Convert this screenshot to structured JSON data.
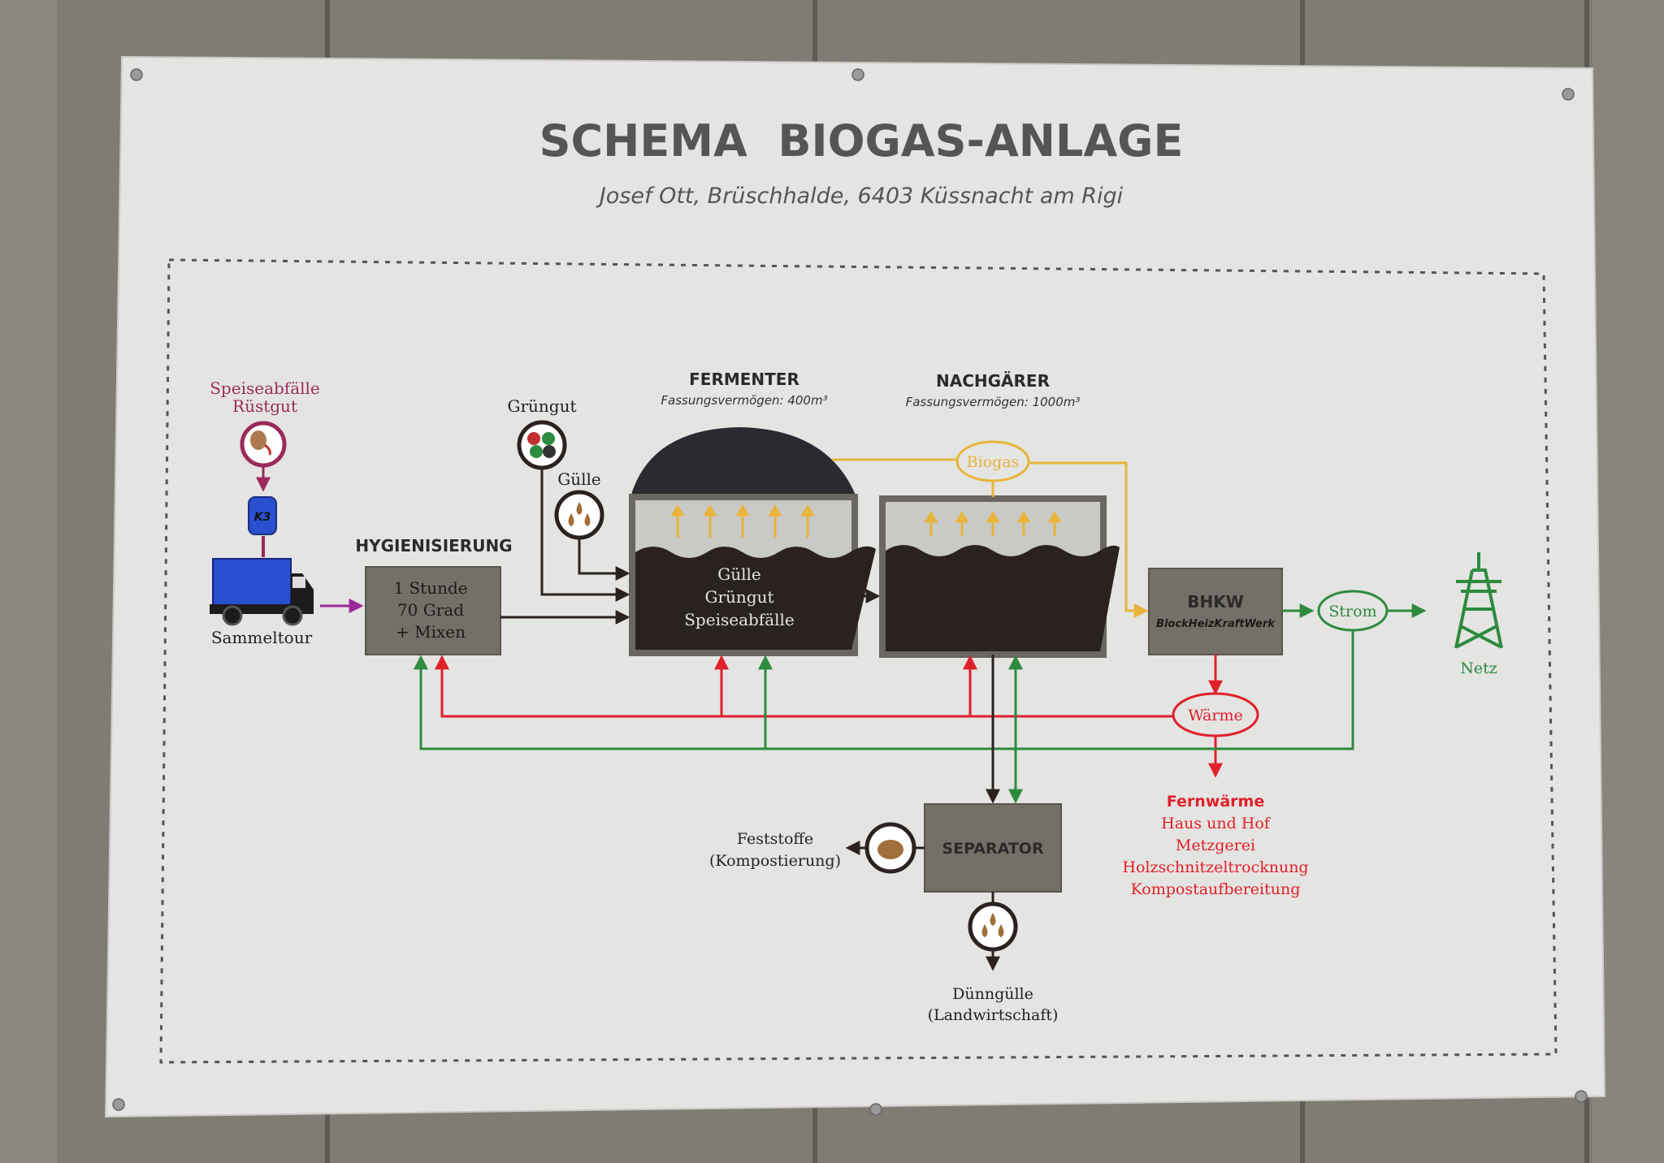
{
  "title": "SCHEMA  BIOGAS-ANLAGE",
  "subtitle": "Josef Ott, Brüschhalde, 6403 Küssnacht am Rigi",
  "colors": {
    "board": "#e4e4e2",
    "box": "#757067",
    "tank": "#2a2220",
    "biogas": "#e8b43a",
    "heat": "#e0202a",
    "power": "#2d8a3e",
    "waste": "#9a2a5a",
    "truck": "#2a4fd0"
  },
  "inputs": {
    "food_waste_line1": "Speiseabfälle",
    "food_waste_line2": "Rüstgut",
    "bin_label": "K3",
    "collection": "Sammeltour",
    "green_waste": "Grüngut",
    "manure": "Gülle"
  },
  "hygiene": {
    "header": "HYGIENISIERUNG",
    "line1": "1 Stunde",
    "line2": "70 Grad",
    "line3": "+ Mixen"
  },
  "fermenter": {
    "header": "FERMENTER",
    "capacity": "Fassungsvermögen: 400m³",
    "line1": "Gülle",
    "line2": "Grüngut",
    "line3": "Speiseabfälle"
  },
  "post_digester": {
    "header": "NACHGÄRER",
    "capacity": "Fassungsvermögen: 1000m³"
  },
  "biogas": "Biogas",
  "chp": {
    "name": "BHKW",
    "full": "BlockHeizKraftWerk"
  },
  "power": "Strom",
  "grid": "Netz",
  "heat": "Wärme",
  "district_heat": {
    "header": "Fernwärme",
    "items": [
      "Haus und Hof",
      "Metzgerei",
      "Holzschnitzeltrocknung",
      "Kompostaufbereitung"
    ]
  },
  "separator": "SEPARATOR",
  "solids_line1": "Feststoffe",
  "solids_line2": "(Kompostierung)",
  "liquid_line1": "Dünngülle",
  "liquid_line2": "(Landwirtschaft)"
}
